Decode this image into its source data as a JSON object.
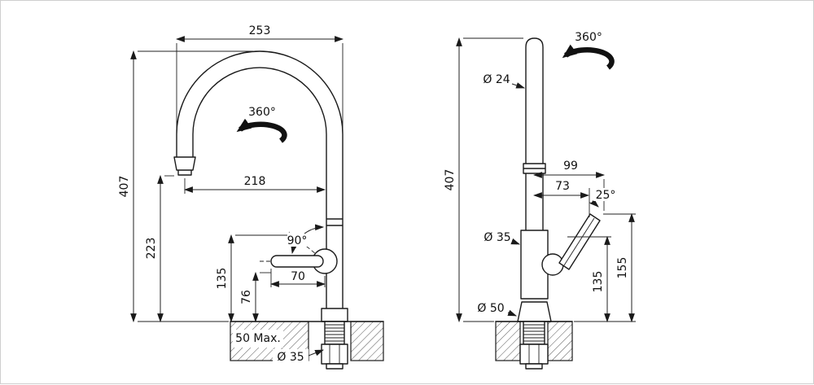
{
  "meta": {
    "drawing_type": "faucet installation dimensions",
    "line_color": "#1a1a1a",
    "background": "#ffffff"
  },
  "front_view": {
    "overall_width": "253",
    "overall_height": "407",
    "outlet_height": "223",
    "reach": "218",
    "swivel": "360°",
    "handle_swing": "90°",
    "lever_height": "135",
    "lever_clearance": "76",
    "lever_length": "70",
    "counter_max": "50 Max.",
    "mount_hole": "Ø 35"
  },
  "side_view": {
    "swivel": "360°",
    "spout_tube": "Ø 24",
    "overall_height": "407",
    "lever_reach": "99",
    "lever_offset": "73",
    "lever_angle": "25°",
    "body_diameter": "Ø 35",
    "lever_height": "135",
    "lever_top_height": "155",
    "base_diameter": "Ø 50"
  }
}
